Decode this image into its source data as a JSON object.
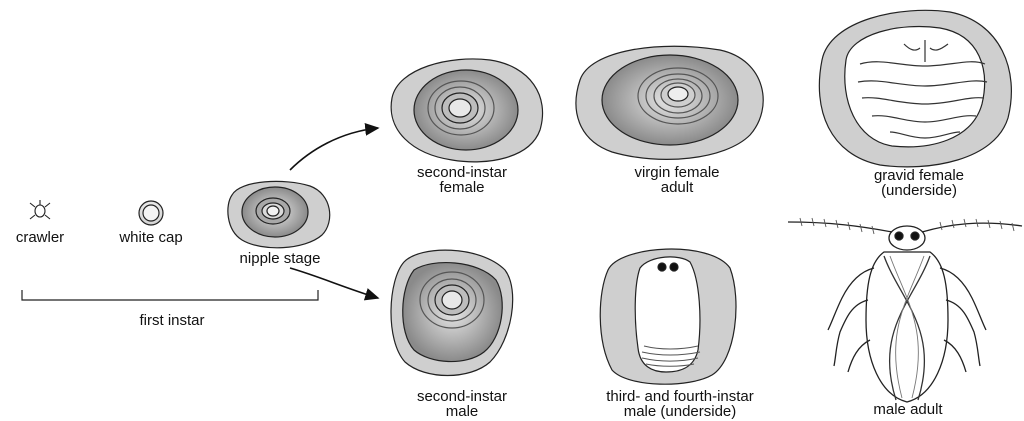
{
  "labels": {
    "crawler": "crawler",
    "white_cap": "white cap",
    "nipple_stage": "nipple stage",
    "first_instar": "first instar",
    "second_instar_female": [
      "second-instar",
      "female"
    ],
    "virgin_female_adult": [
      "virgin female",
      "adult"
    ],
    "gravid_female": [
      "gravid female",
      "(underside)"
    ],
    "second_instar_male": [
      "second-instar",
      "male"
    ],
    "third_fourth_instar_male": [
      "third- and fourth-instar",
      "male (underside)"
    ],
    "male_adult": "male adult"
  },
  "colors": {
    "scale_fill": "#cfcfcf",
    "scale_dark": "#8f8f8f",
    "outline": "#222222",
    "white": "#ffffff"
  }
}
